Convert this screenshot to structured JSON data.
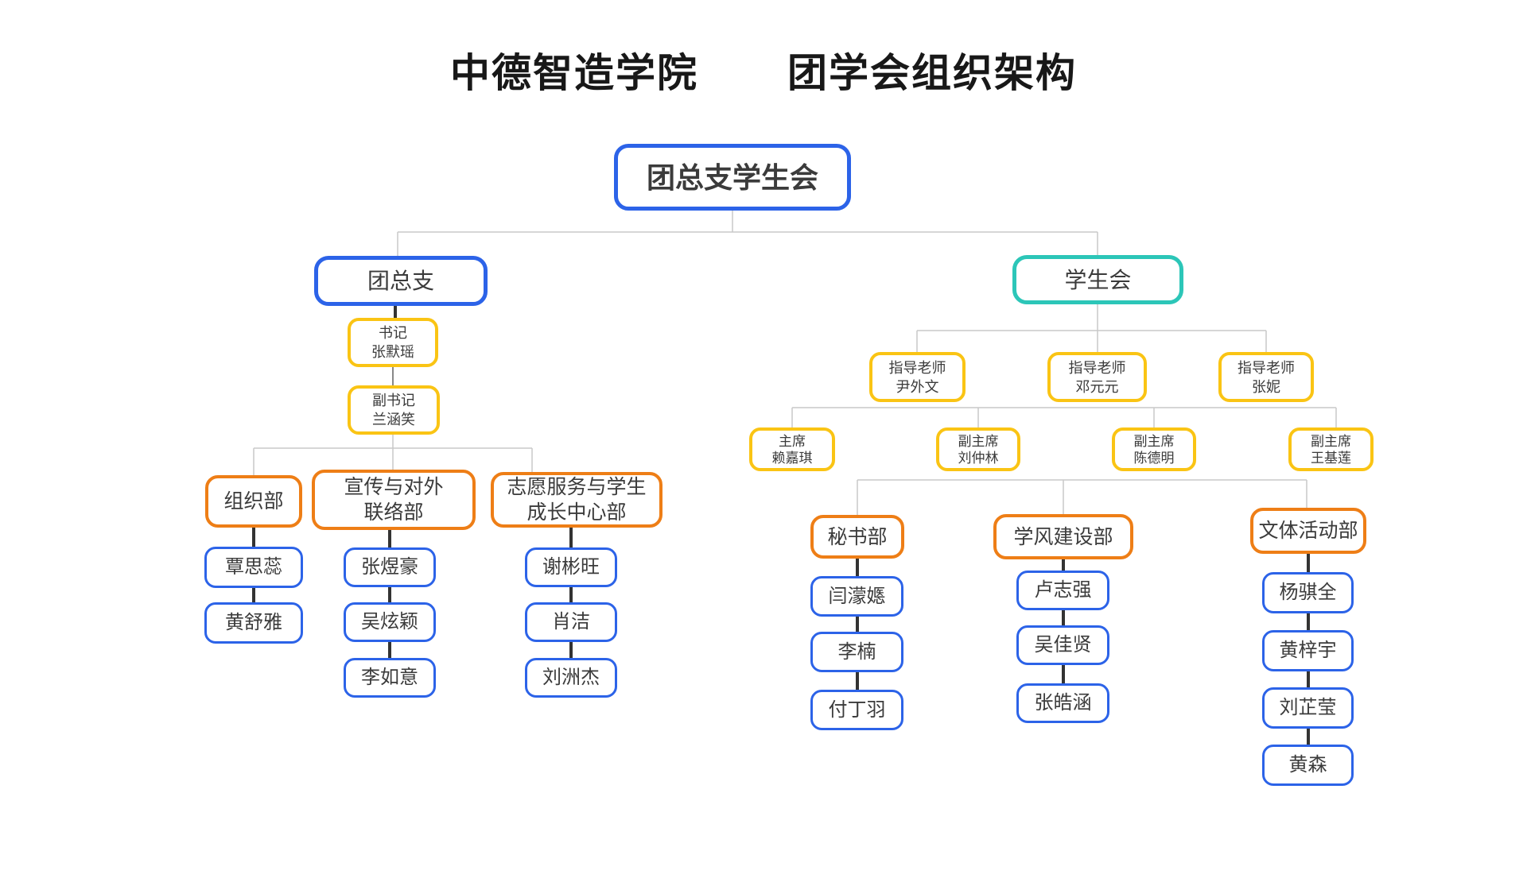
{
  "title": {
    "part1": "中德智造学院",
    "part2": "团学会组织架构"
  },
  "palette": {
    "blue": "#2C63E8",
    "teal": "#2CC6B8",
    "yellow": "#FAC414",
    "orange": "#EE7E16",
    "line_light": "#C9C9C9",
    "line_dark": "#333333",
    "text": "#3B3B3B",
    "background": "#FFFFFF"
  },
  "root": {
    "label": "团总支学生会"
  },
  "league_branch": {
    "label": "团总支",
    "secretary": {
      "role": "书记",
      "name": "张默瑶"
    },
    "vice_secretary": {
      "role": "副书记",
      "name": "兰涵笑"
    },
    "departments": [
      {
        "label": "组织部",
        "members": [
          "覃思蕊",
          "黄舒雅"
        ]
      },
      {
        "label": "宣传与对外\n联络部",
        "members": [
          "张煜豪",
          "吴炫颖",
          "李如意"
        ]
      },
      {
        "label": "志愿服务与学生\n成长中心部",
        "members": [
          "谢彬旺",
          "肖洁",
          "刘洲杰"
        ]
      }
    ]
  },
  "student_union_branch": {
    "label": "学生会",
    "advisors": [
      {
        "role": "指导老师",
        "name": "尹外文"
      },
      {
        "role": "指导老师",
        "name": "邓元元"
      },
      {
        "role": "指导老师",
        "name": "张妮"
      }
    ],
    "officers": [
      {
        "role": "主席",
        "name": "赖嘉琪"
      },
      {
        "role": "副主席",
        "name": "刘仲林"
      },
      {
        "role": "副主席",
        "name": "陈德明"
      },
      {
        "role": "副主席",
        "name": "王基莲"
      }
    ],
    "departments": [
      {
        "label": "秘书部",
        "members": [
          "闫濛嫕",
          "李楠",
          "付丁羽"
        ]
      },
      {
        "label": "学风建设部",
        "members": [
          "卢志强",
          "吴佳贤",
          "张皓涵"
        ]
      },
      {
        "label": "文体活动部",
        "members": [
          "杨骐全",
          "黄梓宇",
          "刘芷莹",
          "黄森"
        ]
      }
    ]
  }
}
